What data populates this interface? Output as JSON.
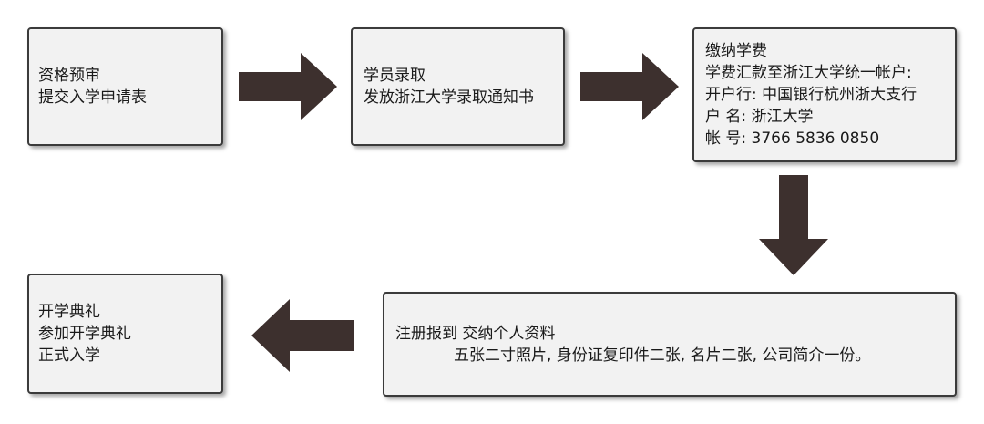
{
  "colors": {
    "arrow": "#3d302e",
    "box_fill": "#f2f2f2",
    "box_border": "#3b3b3b"
  },
  "steps": [
    {
      "lines": [
        "资格预审",
        "提交入学申请表"
      ]
    },
    {
      "lines": [
        "学员录取",
        "发放浙江大学录取通知书"
      ]
    },
    {
      "lines": [
        "缴纳学费",
        "学费汇款至浙江大学统一帐户:",
        "开户行: 中国银行杭州浙大支行",
        "户  名: 浙江大学",
        "帐  号: 3766 5836 0850"
      ]
    },
    {
      "lines": [
        "注册报到   交纳个人资料",
        "五张二寸照片, 身份证复印件二张, 名片二张, 公司简介一份。"
      ]
    },
    {
      "lines": [
        "开学典礼",
        "参加开学典礼",
        "正式入学"
      ]
    }
  ]
}
